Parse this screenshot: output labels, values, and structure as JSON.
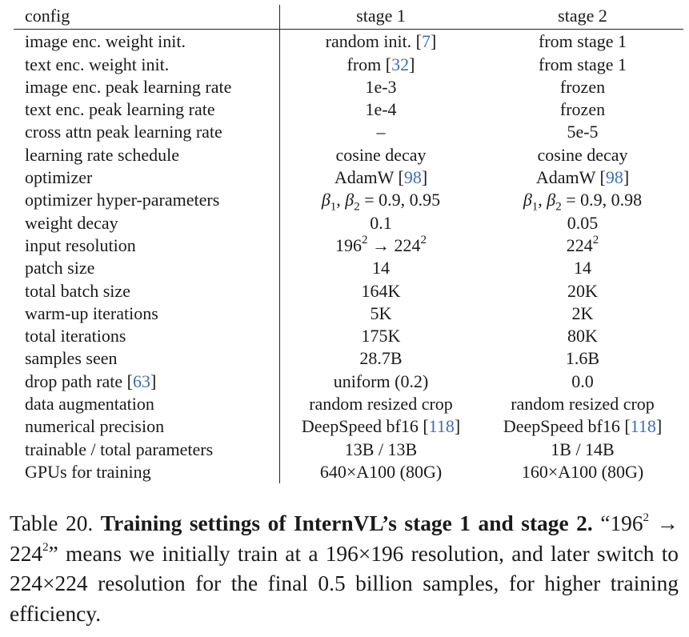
{
  "table": {
    "headers": [
      "config",
      "stage 1",
      "stage 2"
    ],
    "rows": [
      [
        "image enc. weight init.",
        "random init. [7]",
        "from stage 1"
      ],
      [
        "text enc. weight init.",
        "from [32]",
        "from stage 1"
      ],
      [
        "image enc. peak learning rate",
        "1e-3",
        "frozen"
      ],
      [
        "text enc. peak learning rate",
        "1e-4",
        "frozen"
      ],
      [
        "cross attn peak learning rate",
        "–",
        "5e-5"
      ],
      [
        "learning rate schedule",
        "cosine decay",
        "cosine decay"
      ],
      [
        "optimizer",
        "AdamW [98]",
        "AdamW [98]"
      ],
      [
        "optimizer hyper-parameters",
        "β1, β2 = 0.9, 0.95",
        "β1, β2 = 0.9, 0.98"
      ],
      [
        "weight decay",
        "0.1",
        "0.05"
      ],
      [
        "input resolution",
        "196^2 → 224^2",
        "224^2"
      ],
      [
        "patch size",
        "14",
        "14"
      ],
      [
        "total batch size",
        "164K",
        "20K"
      ],
      [
        "warm-up iterations",
        "5K",
        "2K"
      ],
      [
        "total iterations",
        "175K",
        "80K"
      ],
      [
        "samples seen",
        "28.7B",
        "1.6B"
      ],
      [
        "drop path rate [63]",
        "uniform (0.2)",
        "0.0"
      ],
      [
        "data augmentation",
        "random resized crop",
        "random resized crop"
      ],
      [
        "numerical precision",
        "DeepSpeed bf16 [118]",
        "DeepSpeed bf16 [118]"
      ],
      [
        "trainable / total parameters",
        "13B / 13B",
        "1B / 14B"
      ],
      [
        "GPUs for training",
        "640×A100 (80G)",
        "160×A100 (80G)"
      ]
    ]
  },
  "caption": {
    "label": "Table 20.",
    "title": "Training settings of InternVL’s stage 1 and stage 2.",
    "quote_open": "“196",
    "quote_exp1": "2",
    "quote_arrow": " → 224",
    "quote_exp2": "2",
    "quote_close": "”",
    "body": " means we initially train at a 196×196 resolution, and later switch to 224×224 resolution for the final 0.5 billion samples, for higher training efficiency."
  },
  "colors": {
    "citation": "#3b6fb6",
    "text": "#1a1a1a",
    "rule": "#222222"
  }
}
